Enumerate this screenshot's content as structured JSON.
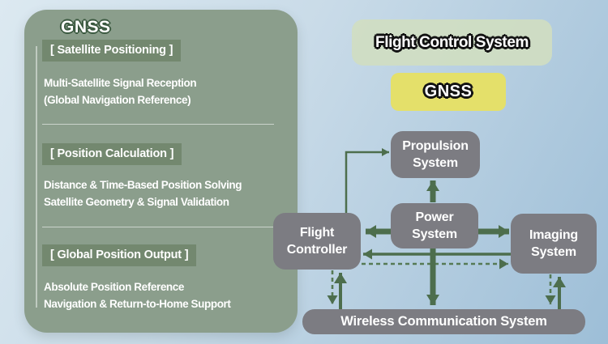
{
  "panel": {
    "title": "GNSS",
    "sections": [
      {
        "header": "[ Satellite Positioning ]",
        "line1": "Multi-Satellite Signal Reception",
        "line2": "(Global Navigation Reference)"
      },
      {
        "header": "[ Position Calculation ]",
        "line1": "Distance & Time-Based Position Solving",
        "line2": "Satellite Geometry & Signal Validation"
      },
      {
        "header": "[ Global Position Output ]",
        "line1": "Absolute Position Reference",
        "line2": "Navigation & Return-to-Home Support"
      }
    ]
  },
  "diagram": {
    "title": "Flight Control System",
    "badge": "GNSS",
    "nodes": {
      "propulsion": {
        "line1": "Propulsion",
        "line2": "System"
      },
      "power": {
        "line1": "Power",
        "line2": "System"
      },
      "flight_controller": {
        "line1": "Flight",
        "line2": "Controller"
      },
      "imaging": {
        "line1": "Imaging",
        "line2": "System"
      },
      "wireless": {
        "line1": "Wireless Communication System"
      }
    }
  },
  "colors": {
    "arrow_green": "#4d6e4d",
    "dashed_green": "#567a55",
    "panel_green": "#8b9e8c",
    "section_highlight_green": "#73886f",
    "node_gray": "#7c7c82",
    "badge_yellow": "#e4e06a",
    "title_box_green": "#d0dec1",
    "background_blue_light": "#dce9f1",
    "background_blue_dark": "#9dbed7"
  }
}
